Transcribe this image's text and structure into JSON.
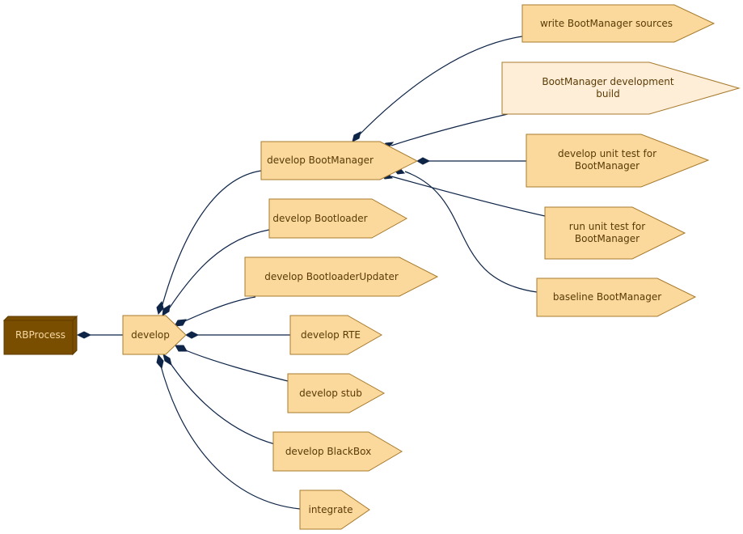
{
  "colors": {
    "node_fill": "#fbd99d",
    "node_fill_light": "#ffeed7",
    "node_stroke": "#a77a2c",
    "root_fill": "#7a4e00",
    "root_stroke": "#5e3b00",
    "edge": "#0e2548",
    "text": "#5a3b05",
    "root_text": "#f6d8a3"
  },
  "nodes": {
    "rbprocess": {
      "label": "RBProcess"
    },
    "develop": {
      "label": "develop"
    },
    "develop_bootmanager": {
      "label": "develop BootManager"
    },
    "develop_bootloader": {
      "label": "develop Bootloader"
    },
    "develop_bootloaderupdater": {
      "label": "develop BootloaderUpdater"
    },
    "develop_rte": {
      "label": "develop RTE"
    },
    "develop_stub": {
      "label": "develop stub"
    },
    "develop_blackbox": {
      "label": "develop BlackBox"
    },
    "integrate": {
      "label": "integrate"
    },
    "write_bootmanager_sources": {
      "label": "write BootManager sources"
    },
    "bootmanager_development_build": {
      "line1": "BootManager development",
      "line2": "build"
    },
    "develop_unit_test": {
      "line1": "develop unit test for",
      "line2": "BootManager"
    },
    "run_unit_test": {
      "line1": "run unit test for",
      "line2": "BootManager"
    },
    "baseline_bootmanager": {
      "label": "baseline BootManager"
    }
  }
}
